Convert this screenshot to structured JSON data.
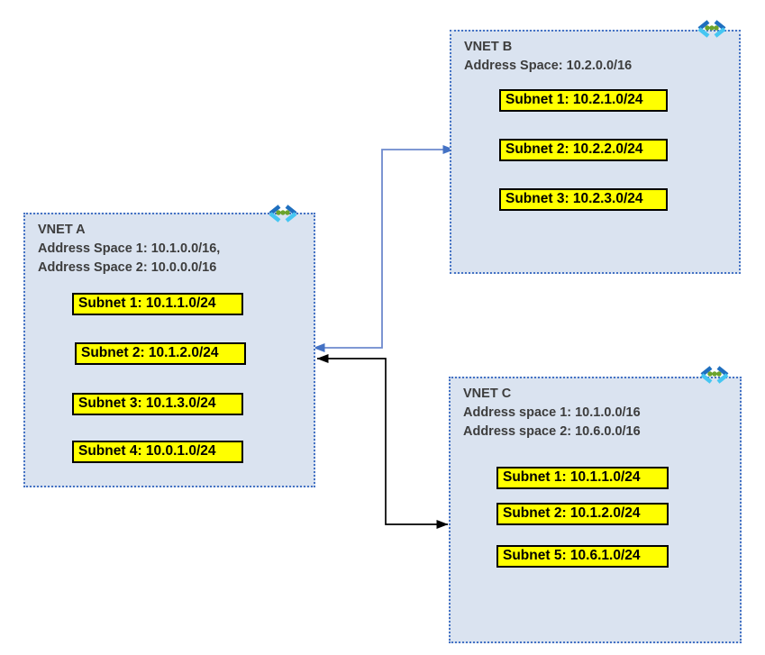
{
  "vnets": [
    {
      "title": "VNET A",
      "address_lines": [
        "Address Space 1: 10.1.0.0/16,",
        "Address Space 2: 10.0.0.0/16"
      ],
      "subnets": [
        "Subnet 1: 10.1.1.0/24",
        "Subnet 2: 10.1.2.0/24",
        "Subnet 3: 10.1.3.0/24",
        "Subnet 4: 10.0.1.0/24"
      ],
      "icon": "azure-virtual-network-icon"
    },
    {
      "title": "VNET B",
      "address_lines": [
        "Address Space: 10.2.0.0/16"
      ],
      "subnets": [
        "Subnet 1: 10.2.1.0/24",
        "Subnet 2: 10.2.2.0/24",
        "Subnet 3: 10.2.3.0/24"
      ],
      "icon": "azure-virtual-network-icon"
    },
    {
      "title": "VNET C",
      "address_lines": [
        "Address space 1: 10.1.0.0/16",
        "Address space 2: 10.6.0.0/16"
      ],
      "subnets": [
        "Subnet 1: 10.1.1.0/24",
        "Subnet 2: 10.1.2.0/24",
        "Subnet 5: 10.6.1.0/24"
      ],
      "icon": "azure-virtual-network-icon"
    }
  ],
  "connections": [
    {
      "from": "VNET A (Subnet 1, Subnet 3)",
      "to": "VNET B (Subnet 1, Subnet 2)",
      "color": "#4b76c5",
      "bidirectional": true
    },
    {
      "from": "VNET A (Subnet 4)",
      "to": "VNET C (Subnet 5)",
      "color": "#000000",
      "bidirectional": true
    }
  ],
  "colors": {
    "vnet_fill": "#dae3f0",
    "vnet_border": "#4472c4",
    "subnet_fill": "#ffff00",
    "subnet_border": "#000000",
    "arrow_blue": "#4b76c5",
    "arrow_black": "#000000",
    "title_text": "#3d3d3d",
    "icon_dark_blue": "#1f6fbf",
    "icon_cyan": "#45c6f2",
    "icon_green": "#6ba32c"
  }
}
